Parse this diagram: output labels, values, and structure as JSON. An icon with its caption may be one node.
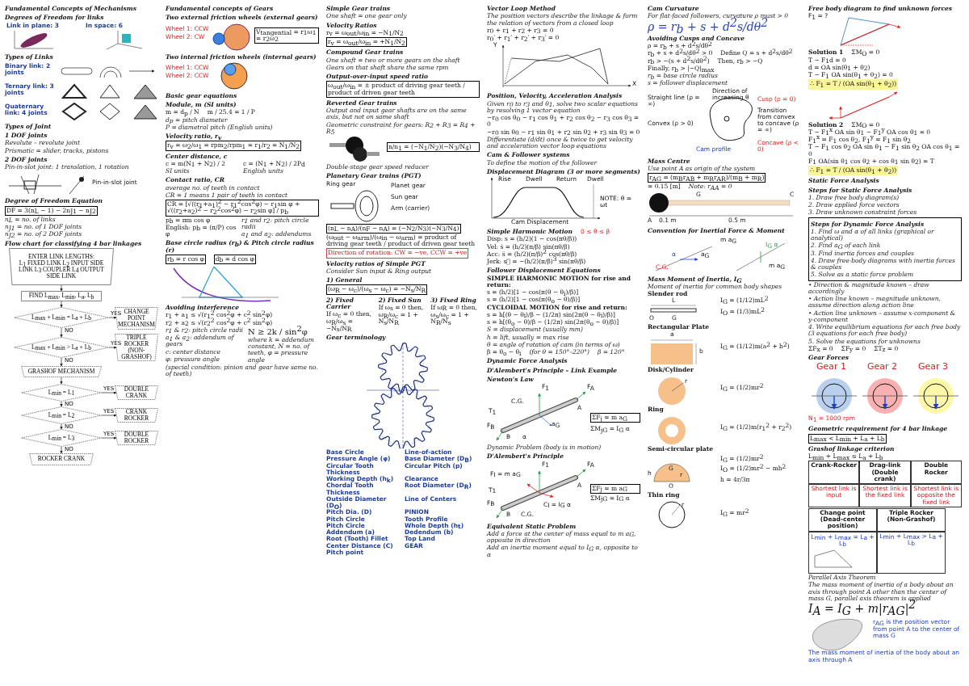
{
  "diagram": {
    "nodes": [
      {
        "text": [
          "ENTER LINK LENGTHS:",
          "L$_{1}$ FIXED LINK L$_{2}$ INPUT SIDE LINK L$_{3}$ COUPLER L$_{4}$ OUTPUT SIDE LINK"
        ]
      },
      {
        "text": [
          "FIND L$_{max}$, L$_{min}$, L$_{a}$, L$_{b}$"
        ]
      },
      {
        "text": [
          "L$_{max}$ + L$_{min}$ = L$_{a}$ + L$_{b}$"
        ]
      },
      {
        "text": [
          "CHANGE POINT MECHANISM"
        ]
      },
      {
        "text": [
          "L$_{max}$ + L$_{min}$ > L$_{a}$ + L$_{b}$"
        ]
      },
      {
        "text": [
          "TRIPLE ROCKER (NON-GRASHOF)"
        ]
      },
      {
        "text": [
          "GRASHOF MECHANISM"
        ]
      },
      {
        "text": [
          "L$_{min}$ = L$_{1}$"
        ]
      },
      {
        "text": [
          "DOUBLE CRANK"
        ]
      },
      {
        "text": [
          "L$_{min}$ = L$_{2}$"
        ]
      },
      {
        "text": [
          "CRANK ROCKER"
        ]
      },
      {
        "text": [
          "L$_{min}$ = L$_{3}$"
        ]
      },
      {
        "text": [
          "DOUBLE ROCKER"
        ]
      },
      {
        "text": [
          "ROCKER CRANK"
        ]
      }
    ],
    "edges": [
      {
        "from": 0,
        "to": 1,
        "arrow": "to"
      },
      {
        "from": 1,
        "to": 2,
        "arrow": "to"
      },
      {
        "from": 2,
        "to": 3,
        "arrow": "to",
        "label": "YES"
      },
      {
        "from": 2,
        "to": 4,
        "arrow": "to",
        "label": "NO"
      },
      {
        "from": 4,
        "to": 5,
        "arrow": "to",
        "label": "YES"
      },
      {
        "from": 4,
        "to": 6,
        "arrow": "to",
        "label": "NO"
      },
      {
        "from": 6,
        "to": 7,
        "arrow": "to"
      },
      {
        "from": 7,
        "to": 8,
        "arrow": "to",
        "label": "YES"
      },
      {
        "from": 7,
        "to": 9,
        "arrow": "to",
        "label": "NO"
      },
      {
        "from": 9,
        "to": 10,
        "arrow": "to",
        "label": "YES"
      },
      {
        "from": 9,
        "to": 11,
        "arrow": "to",
        "label": "NO"
      },
      {
        "from": 11,
        "to": 12,
        "arrow": "to",
        "label": "YES"
      },
      {
        "from": 11,
        "to": 13,
        "arrow": "to",
        "label": "NO"
      }
    ],
    "labels": [
      "Fundamental Concepts of Mechanisms",
      "Degrees of Freedom for links",
      "Link in plane: 3",
      "In space: 6",
      "Types of Links",
      "Binary link: 2 joints",
      "Ternary link: 3 joints",
      "Quaternary link: 4 joints",
      "Types of Joint",
      "1 DOF joints",
      "Revolute – revolute joint",
      "Prismatic = slider, tracks, pistons",
      "2 DOF joints",
      "Pin-in-slot joint: 1 translation, 1 rotation",
      "Pin-in-slot joint",
      "Degree of Freedom Equation",
      "DF = 3(n$_{L}$ − 1) − 2n$_{J1}$ − n$_{J2}$",
      "n$_{L}$ = no. of links",
      "n$_{J1}$ = no. of 1 DOF joints",
      "n$_{J2}$ = no. of 2 DOF joints",
      "Flow chart for classifying 4 bar linkages",
      "Geometric requirement for 4 bar linkage",
      "L$_{max}$ < L$_{min}$ + L$_{a}$ + L$_{b}$",
      "Grashof linkage criterion",
      "L$_{min}$ + L$_{max}$ ≤ L$_{a}$ + L$_{b}$",
      "Crank-Rocker",
      "Drag-link (Double crank)",
      "Double Rocker",
      "Shortest link is input",
      "Shortest link is the fixed link",
      "Shortest link is opposite the fixed link",
      "Change point (Dead-center position)",
      "Triple Rocker (Non-Grashof)",
      "L$_{min}$ + L$_{max}$ = L$_{a}$ + L$_{b}$",
      "L$_{min}$ + L$_{max}$ > L$_{a}$ + L$_{b}$",
      "Fundamental concepts of Gears",
      "Two external friction wheels (external gears)",
      "Wheel 1: CCW",
      "Wheel 2: CW",
      "V$_{tangential}$ = r$_{1}$ω$_{1}$ = r$_{2}$ω$_{2}$",
      "Two internal friction wheels (internal gears)",
      "Wheel 1: CCW",
      "Wheel 2: CCW",
      "Basic gear equations",
      "Module, m (SI units)",
      "m = d$_{p}$ / N",
      "m / 25.4 = 1 / P",
      "d$_{p}$ = pitch diameter",
      "P = diametral pitch (English units)",
      "Velocity ratio, r$_{v}$",
      "r$_{v}$ = ω$_{2}$/ω$_{1}$ = rpm$_{2}$/rpm$_{1}$ = r$_{1}$/r$_{2}$ = N$_{1}$/N$_{2}$",
      "Center distance, c",
      "c = m(N$_{1}$ + N$_{2}$) / 2",
      "SI units",
      "c = (N$_{1}$ + N$_{2}$) / 2P$_{d}$",
      "English units",
      "Contact ratio, CR",
      "average no. of teeth in contact",
      "CR = 1 means 1 pair of teeth in contact",
      "CR = [√((r$_{1}$+a$_{1}$)$^{2}$ − r$_{1}$$^{2}$cos$^{2}$φ) − r$_{1}$sin φ + √((r$_{2}$+a$_{2}$)$^{2}$ − r$_{2}$$^{2}$cos$^{2}$φ) − r$_{2}$sin φ] / p$_{b}$",
      "p$_{b}$ = πm cos φ",
      "r$_{1}$ and r$_{2}$: pitch circle radii",
      "English: p$_{b}$ = (π/P) cos φ",
      "a$_{1}$ and a$_{2}$: addendums",
      "Base circle radius (r$_{b}$) & Pitch circle radius (r)",
      "r$_{b}$ = r cos φ",
      "d$_{b}$ = d cos φ",
      "Avoiding interference",
      "r$_{1}$ + a$_{1}$ ≤ √(r$_{1}$$^{2}$ cos$^{2}$φ + c$^{2}$ sin$^{2}$φ)",
      "r$_{2}$ + a$_{2}$ ≤ √(r$_{2}$$^{2}$ cos$^{2}$φ + c$^{2}$ sin$^{2}$φ)",
      "r$_{1}$ & r$_{2}$: pitch circle radii",
      "a$_{1}$ & a$_{2}$: addendum of gears",
      "c: center distance",
      "φ: pressure angle",
      "N ≥ 2k / sin$^{2}$φ",
      "where k = addendum constant, N = no. of teeth, φ = pressure angle",
      "(special condition: pinion and gear have same no. of teeth)",
      "Gear terminology",
      "Base Circle",
      "Line-of-action",
      "Pressure Angle (φ)",
      "Base Diameter (D$_{B}$)",
      "Circular Tooth Thickness",
      "Circular Pitch (p)",
      "Working Depth (h$_{k}$)",
      "Clearance",
      "Chordal Tooth Thickness",
      "Root Diameter (D$_{R}$)",
      "Outside Diameter (D$_{O}$)",
      "Line of Centers",
      "Pitch Dia. (D)",
      "PINION",
      "Pitch Circle",
      "Tooth Profile",
      "Pitch Circle",
      "Whole Depth (h$_{t}$)",
      "Addendum (a)",
      "Dedendum (b)",
      "Root (Tooth) Fillet",
      "Top Land",
      "Center Distance (C)",
      "GEAR",
      "Pitch point",
      "Simple Gear trains",
      "One shaft = one gear only",
      "Velocity Ratios",
      "r$_{v}$ = ω$_{out}$/ω$_{in}$ = −N$_{1}$/N$_{2}$",
      "r$_{v}$ = ω$_{out}$/ω$_{in}$ = +N$_{1}$/N$_{2}$",
      "Compound Gear trains",
      "One shaft = two or more gears on the shaft",
      "Gears on that shaft share the same rpm",
      "Output-over-input speed ratio",
      "ω$_{out}$/ω$_{in}$ = ± product of driving gear teeth / product of driven gear teeth",
      "Reverted Gear trains",
      "Output and input gear shafts are on the same axis, but not on same shaft",
      "Geometric constraint for gears: R$_{2}$ + R$_{3}$ = R$_{4}$ + R$_{5}$",
      "n/n$_{1}$ = (−N$_{1}$/N$_{2}$)(−N$_{3}$/N$_{4}$)",
      "Double-stage gear speed reducer",
      "Planetary Gear trains (PGT)",
      "Ring gear",
      "Planet gear",
      "Sun gear",
      "Arm (carrier)",
      "(n$_{L}$ − n$_{A}$)/(n$_{F}$ − n$_{A}$) = (−N$_{2}$/N$_{3}$)(−N$_{3}$/N$_{4}$)",
      "(ω$_{out}$ − ω$_{arm}$)/(ω$_{in}$ − ω$_{arm}$) = product of driving gear teeth / product of driven gear teeth",
      "Direction of rotation: CW = −ve, CCW = +ve",
      "Velocity ratios of Simple PGT",
      "Consider Sun input & Ring output",
      "1) General",
      "(ω$_{R}$ − ω$_{c}$)/(ω$_{s}$ − ω$_{c}$) = −N$_{s}$/N$_{R}$",
      "2) Fixed Carrier",
      "If ω$_{c}$ = 0 then,",
      "ω$_{R}$/ω$_{s}$ = −N$_{s}$/N$_{R}$",
      "2) Fixed Sun",
      "If ω$_{s}$ = 0 then,",
      "ω$_{R}$/ω$_{c}$ = 1 + N$_{s}$/N$_{R}$",
      "3) Fixed Ring",
      "If ω$_{R}$ = 0 then,",
      "ω$_{s}$/ω$_{c}$ = 1 + N$_{R}$/N$_{s}$",
      "Vector Loop Method",
      "The position vectors describe the linkage & form the relation of vectors from a closed loop",
      "r$_{0}$ + r$_{1}$ + r$_{2}$ + r$_{3}$ = 0",
      "r$_{0}$′ + r$_{1}$′ + r$_{2}$′ + r$_{3}$′ = 0",
      "Y",
      "X",
      "Position, Velocity, Acceleration Analysis",
      "Given r$_{0}$ to r$_{3}$ and θ$_{1}$, solve two scalar equations by resolving 1 vector equation",
      "−r$_{0}$ cos θ$_{0}$ − r$_{1}$ cos θ$_{1}$ + r$_{2}$ cos θ$_{2}$ − r$_{3}$ cos θ$_{3}$ = 0",
      "−r$_{0}$ sin θ$_{0}$ − r$_{1}$ sin θ$_{1}$ + r$_{2}$ sin θ$_{2}$ + r$_{3}$ sin θ$_{3}$ = 0",
      "Differentiate (d/dt) once & twice to get velocity and acceleration vector loop equations",
      "Cam & Follower systems",
      "To define the motion of the follower",
      "Displacement Diagram (3 or more segments)",
      "Rise",
      "Dwell",
      "Return",
      "Dwell",
      "Cam Displacement",
      "NOTE: θ = ωt",
      "Simple Harmonic Motion",
      "0 ≤ θ ≤ β",
      "Disp: s = (h/2)(1 − cos(πθ/β))",
      "Vel: ṡ = (h/2)(π/β) sin(πθ/β)",
      "Acc: s̈ = (h/2)(π/β)$^{2}$ cos(πθ/β)",
      "Jerk: s⃛ = −(h/2)(π/β)$^{3}$ sin(πθ/β)",
      "Follower Displacement Equations",
      "SIMPLE HARMONIC MOTION for rise and return:",
      "s = (h/2)[1 − cos(π(θ − θ$_{i}$)/β)]",
      "s = (h/2)[1 − cos(π(θ$_{o}$ − θ)/β)]",
      "CYCLOIDAL MOTION for rise and return:",
      "s = h[(θ − θ$_{i}$)/β − (1/2π) sin(2π(θ − θ$_{i}$)/β)]",
      "s = h[(θ$_{o}$ − θ)/β − (1/2π) sin(2π(θ$_{o}$ − θ)/β)]",
      "S = displacement (usually mm)",
      "h = lift, usually = max rise",
      "θ = angle of rotation of cam (in terms of ω)",
      "β = θ$_{o}$ − θ$_{i}$",
      "(for θ = 150°–220°)",
      "β = 120°",
      "Cam Curvature",
      "For flat-faced followers, curvature ρ must > 0",
      "ρ = r$_{b}$ + s + d$^{2}$s/dθ$^{2}$",
      "Avoiding Cusps and Concave",
      "ρ = r$_{b}$ + s + d$^{2}$s/dθ$^{2}$",
      "r$_{b}$ + s + d$^{2}$s/dθ$^{2}$ > 0",
      "r$_{b}$ > −(s + d$^{2}$s/dθ$^{2}$)",
      "Define Q = s + d$^{2}$s/dθ$^{2}$",
      "Then, r$_{b}$ > −Q",
      "Finally, r$_{b}$ > |−Q|$_{max}$",
      "r$_{b}$ = base circle radius",
      "s = follower displacement",
      "Direction of increasing θ",
      "Straight line (ρ = ∞)",
      "Cusp (ρ = 0)",
      "Transition from convex to concave (ρ = ∞)",
      "Concave (ρ < 0)",
      "Convex (ρ > 0)",
      "Cam profile",
      "Dynamic Force Analysis",
      "D'Alembert's Principle – Link Example",
      "Newton's Law",
      "D'Alembert's Principle",
      "F$_{1}$",
      "F$_{A}$",
      "C.G.",
      "A",
      "T$_{1}$",
      "B",
      "α",
      "a$_{G}$",
      "F$_{B}$",
      "ΣF$_{j}$ = m a$_{G}$",
      "ΣM$_{jG}$ = I$_{G}$ α",
      "Dynamic Problem (body is in motion)",
      "F$_{1}$",
      "F$_{A}$",
      "F$_{I}$ = m a$_{G}$",
      "A",
      "T$_{1}$",
      "C$_{I}$ = I$_{G}$ α",
      "B",
      "C.G.",
      "F$_{B}$",
      "ΣF$_{j}$ = m a$_{G}$",
      "ΣM$_{jG}$ = I$_{G}$ α",
      "Equivalent Static Problem",
      "Add a force at the center of mass equal to m a$_{G}$, opposite in direction",
      "Add an inertia moment equal to I$_{G}$ α, opposite to α",
      "Mass Centre",
      "Use point A as origin of the system",
      "r$_{AG}$ = (m$_{B}$r$_{AB}$ + m$_{R}$r$_{AR}$)/(m$_{B}$ + m$_{R}$)",
      "= 0.15 [m]",
      "Note: r$_{AA}$ = 0",
      "G",
      "C",
      "A",
      "0.1 m",
      "0.5 m",
      "Convention for Inertial Force & Moment",
      "α",
      "C.G.",
      "a$_{G}$",
      "m a$_{G}$",
      "I$_{G}$ α",
      "m a$_{G}$",
      "Free body diagram to find unknown forces",
      "F$_{1}$ = ?",
      "Solution 1",
      "ΣM$_{O}$ = 0",
      "T − F$_{1}$d = 0",
      "d = OA sin(θ$_{1}$ + θ$_{2}$)",
      "T − F$_{1}$ OA sin(θ$_{1}$ + θ$_{2}$) = 0",
      "∴ F$_{1}$ = T / (OA sin(θ$_{1}$ + θ$_{2}$))",
      "Solution 2",
      "ΣM$_{O}$ = 0",
      "T − F$_{1}$$^{x}$ OA sin θ$_{1}$ − F$_{1}$$^{y}$ OA cos θ$_{1}$ = 0",
      "F$_{1}$$^{x}$ = F$_{1}$ cos θ$_{2}$, F$_{1}$$^{y}$ = F$_{1}$ sin θ$_{2}$",
      "T − F$_{1}$ cos θ$_{2}$ OA sin θ$_{1}$ − F$_{1}$ sin θ$_{2}$ OA cos θ$_{1}$ = 0",
      "F$_{1}$ OA(sin θ$_{1}$ cos θ$_{2}$ + cos θ$_{1}$ sin θ$_{2}$) = T",
      "∴ F$_{1}$ = T / (OA sin(θ$_{1}$ + θ$_{2}$))",
      "Static Force Analysis",
      "Steps for Static Force Analysis",
      "1. Draw free body diagram(s)",
      "2. Draw applied force vectors",
      "3. Draw unknown constraint forces",
      "• Direction & magnitude known – draw accordingly",
      "• Action line known – magnitude unknown, assume direction along action line",
      "• Action line unknown – assume x-component & y-component",
      "4. Write equilibrium equations for each free body (3 equations for each free body)",
      "5. Solve the equations for unknowns",
      "ΣF$_{x}$ = 0",
      "ΣF$_{y}$ = 0",
      "ΣT$_{z}$ = 0",
      "Steps for Dynamic Force Analysis",
      "1. Find ω and α of all links (graphical or analytical)",
      "2. Find a$_{G}$ of each link",
      "3. Find inertia forces and couples",
      "4. Draw free-body diagrams with inertia forces & couples",
      "5. Solve as a static force problem",
      "Gear Forces",
      "Gear 1",
      "Gear 2",
      "Gear 3",
      "N$_{1}$ = 1000 rpm",
      "Mass Moment of Inertia, I$_{G}$",
      "Moment of inertia for common body shapes",
      "Slender rod",
      "L",
      "O",
      "G",
      "I$_{G}$ = (1/12)mL$^{2}$",
      "I$_{O}$ = (1/3)mL$^{2}$",
      "Disk/Cylinder",
      "r",
      "I$_{G}$ = (1/2)mr$^{2}$",
      "Semi-circular plate",
      "I$_{G}$ = (1/2)mr$^{2}$",
      "I$_{O}$ = (1/2)mr$^{2}$ − mh$^{2}$",
      "h = 4r/3π",
      "h",
      "G",
      "r",
      "O",
      "Rectangular Plate",
      "a",
      "b",
      "I$_{G}$ = (1/12)m(a$^{2}$ + b$^{2}$)",
      "Ring",
      "I$_{G}$ = (1/2)m(r$_{1}$$^{2}$ + r$_{2}$$^{2}$)",
      "Thin ring",
      "r",
      "I$_{G}$ = mr$^{2}$",
      "Parallel Axis Theorem",
      "The mass moment of inertia of a body about an axis through point A other than the center of mass G, parallel axis theorem is applied",
      "I$_{A}$ = I$_{G}$ + m|r$_{AG}$|$^{2}$",
      "r$_{AG}$ is the position vector from point A to the center of mass G",
      "The mass moment of inertia of the body about an axis through A"
    ]
  }
}
